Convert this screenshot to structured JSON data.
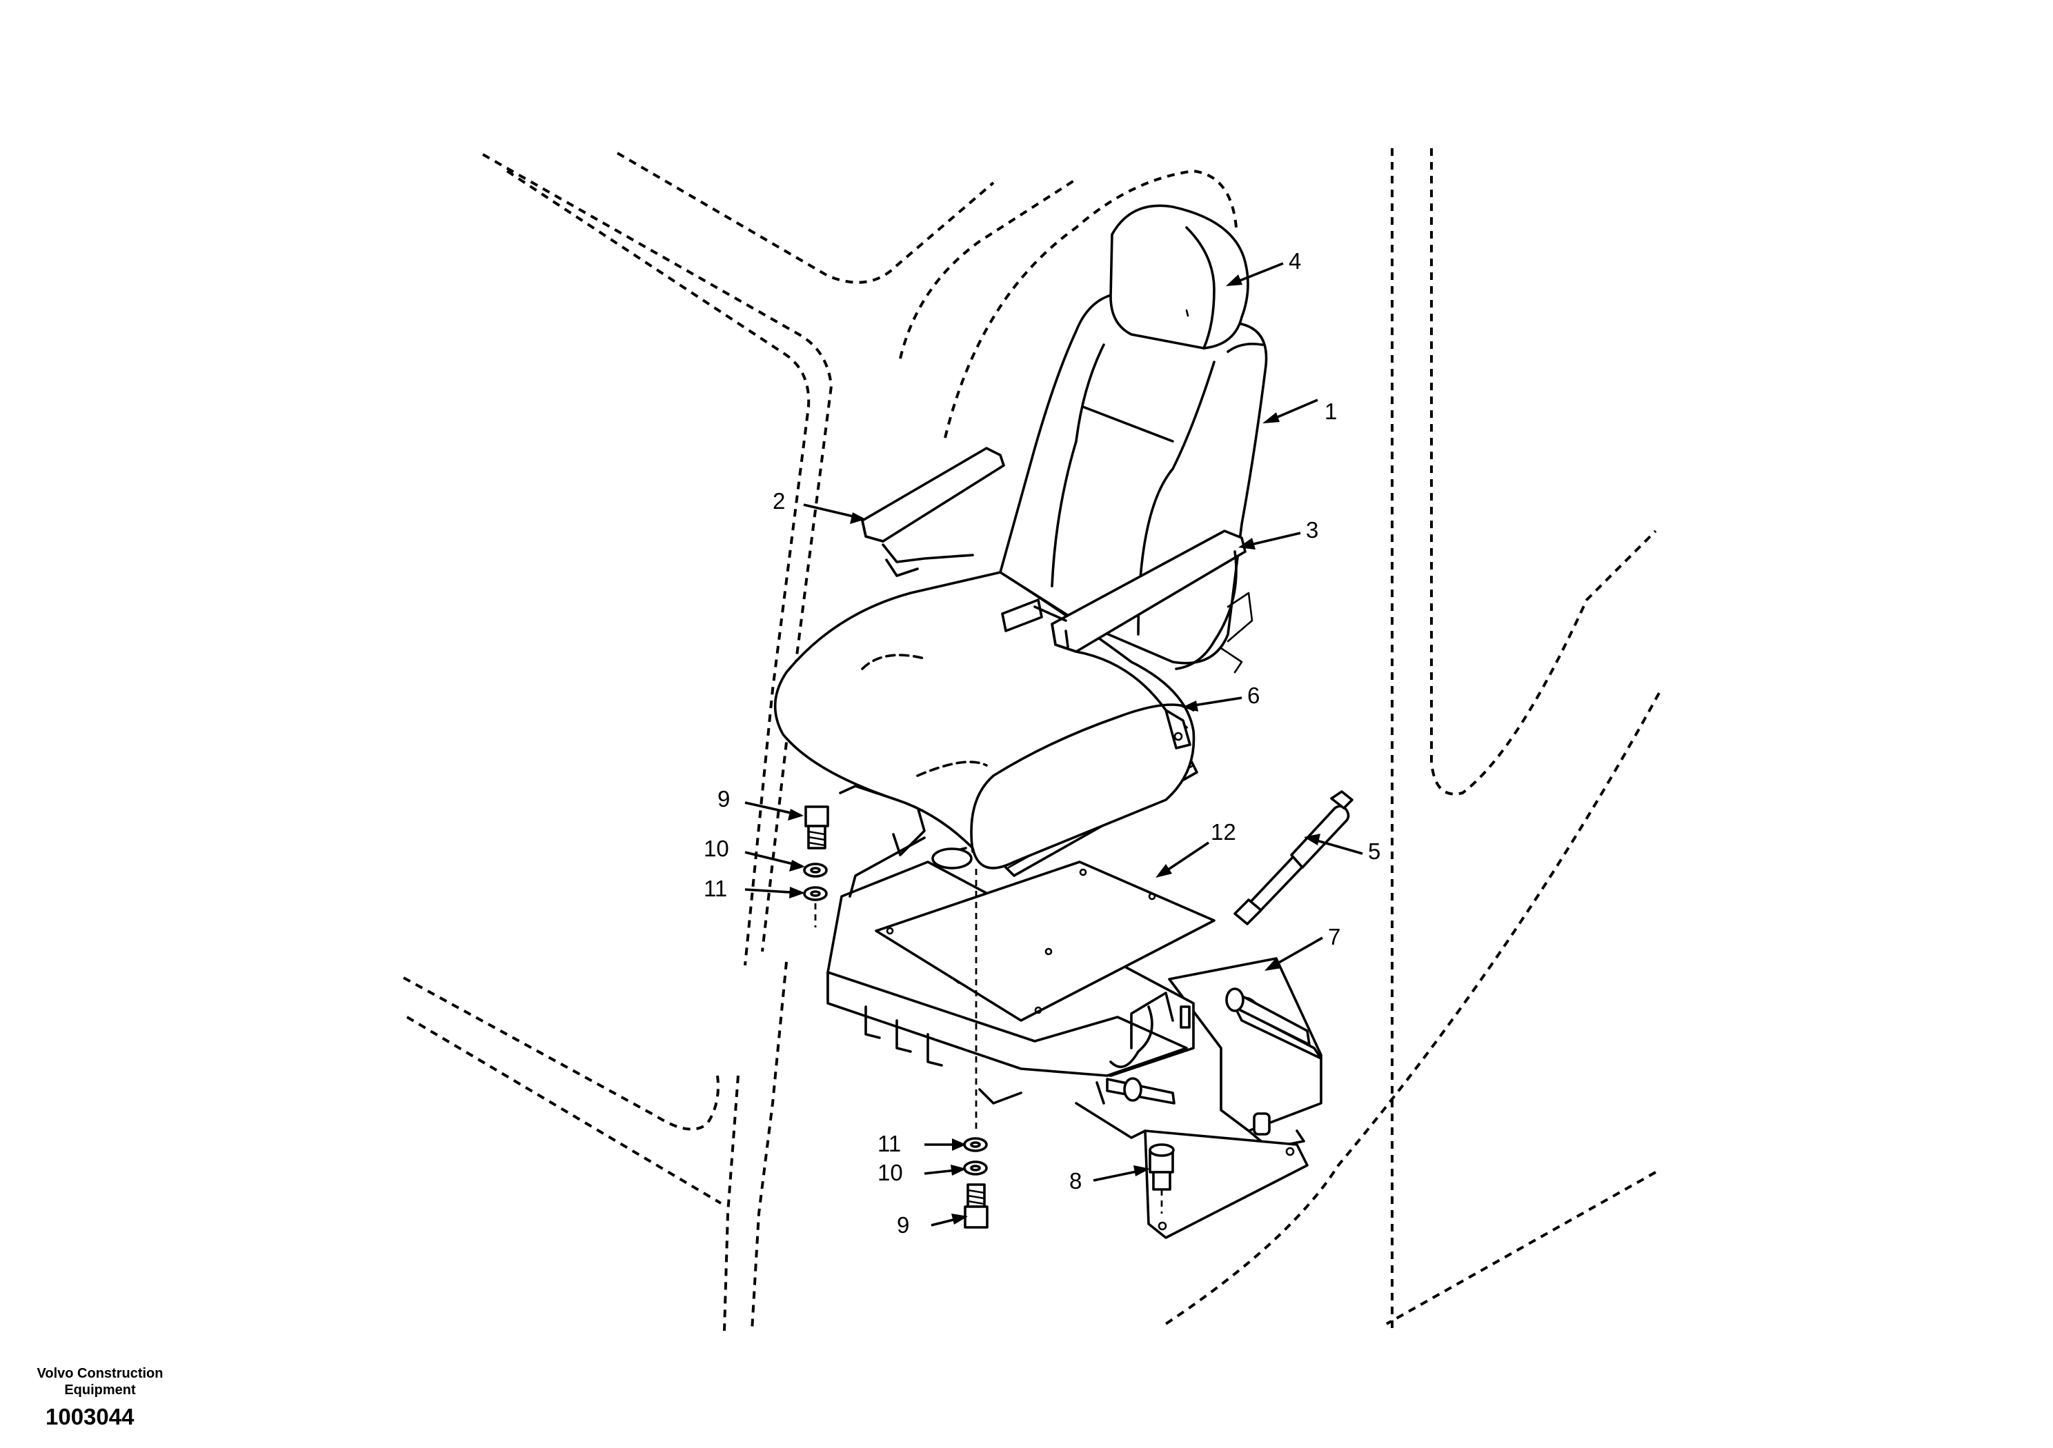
{
  "diagram": {
    "subject": "operator-seat-assembly",
    "callouts": [
      "1",
      "2",
      "3",
      "4",
      "5",
      "6",
      "7",
      "8",
      "9",
      "10",
      "11",
      "12",
      "9",
      "10",
      "11"
    ],
    "line_color": "#000000",
    "background_color": "#ffffff"
  },
  "footer": {
    "brand_line1": "Volvo Construction",
    "brand_line2": "Equipment",
    "drawing_number": "1003044"
  }
}
